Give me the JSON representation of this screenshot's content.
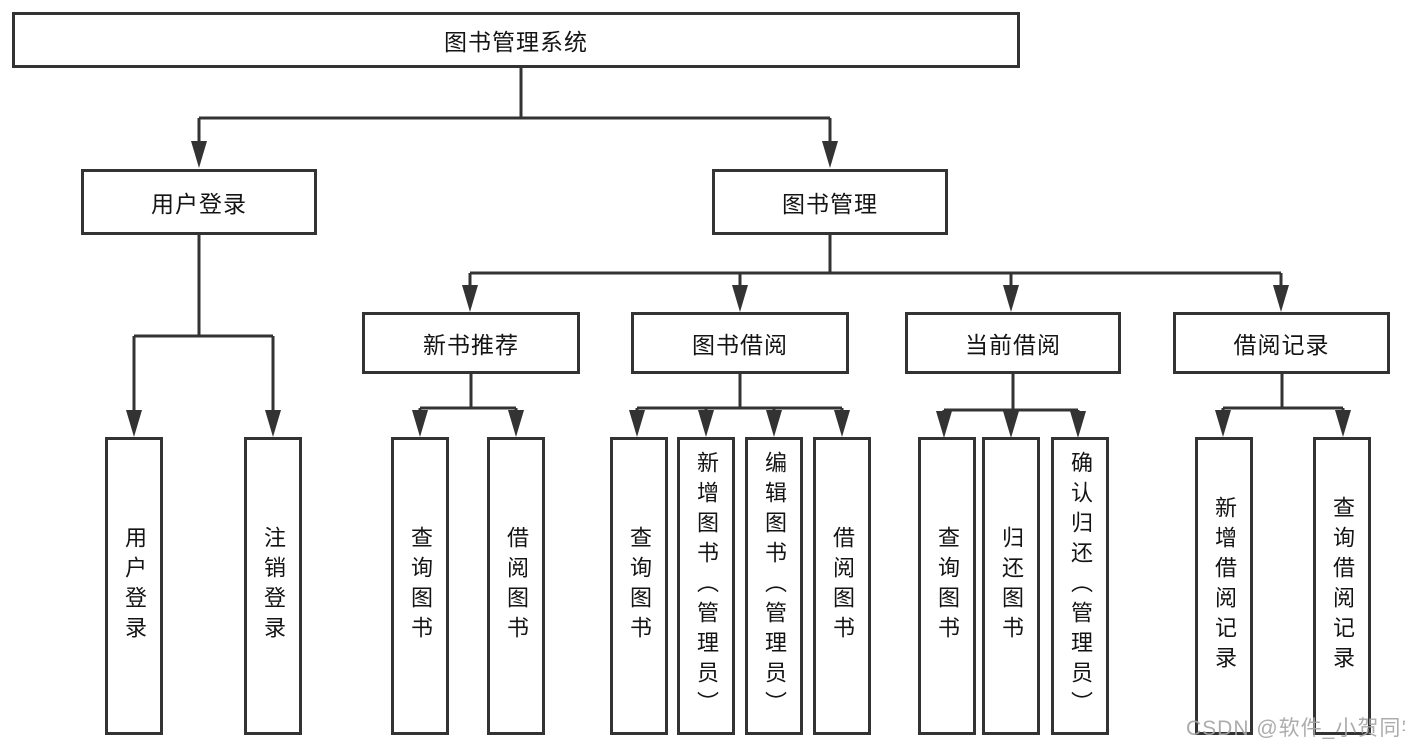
{
  "tree": {
    "root": {
      "label": "图书管理系统"
    },
    "login": {
      "label": "用户登录",
      "children": [
        {
          "label": "用户登录"
        },
        {
          "label": "注销登录"
        }
      ]
    },
    "mgmt": {
      "label": "图书管理",
      "children": [
        {
          "label": "新书推荐",
          "children": [
            {
              "label": "查询图书"
            },
            {
              "label": "借阅图书"
            }
          ]
        },
        {
          "label": "图书借阅",
          "children": [
            {
              "label": "查询图书"
            },
            {
              "label": "新增图书（管理员）"
            },
            {
              "label": "编辑图书（管理员）"
            },
            {
              "label": "借阅图书"
            }
          ]
        },
        {
          "label": "当前借阅",
          "children": [
            {
              "label": "查询图书"
            },
            {
              "label": "归还图书"
            },
            {
              "label": "确认归还（管理员）"
            }
          ]
        },
        {
          "label": "借阅记录",
          "children": [
            {
              "label": "新增借阅记录"
            },
            {
              "label": "查询借阅记录"
            }
          ]
        }
      ]
    }
  },
  "watermark": {
    "text": "CSDN @软件_小贺同学"
  },
  "colors": {
    "line": "#333333",
    "box_border": "#333333",
    "text": "#141414",
    "watermark": "#a6a6a6",
    "background": "#ffffff"
  }
}
